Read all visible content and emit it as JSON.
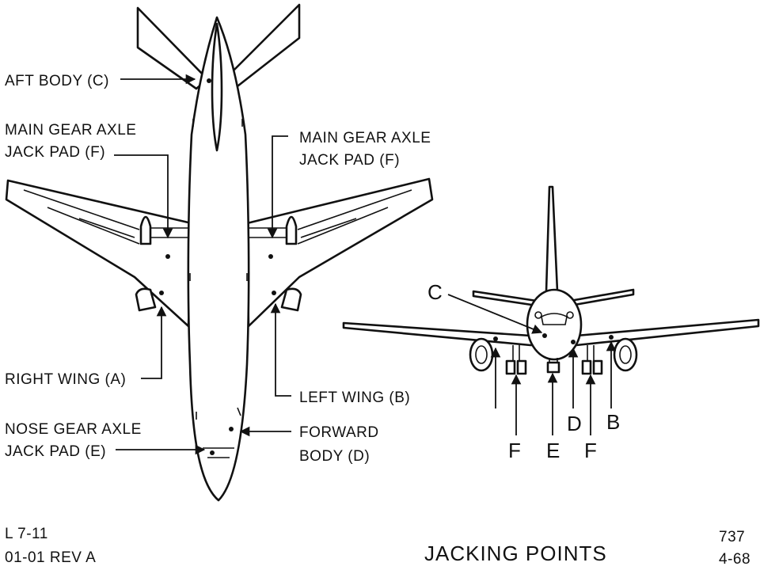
{
  "labels": {
    "aft_body": "AFT BODY (C)",
    "main_gear_right_l1": "MAIN GEAR AXLE",
    "main_gear_right_l2": "JACK PAD (F)",
    "main_gear_left_l1": "MAIN GEAR AXLE",
    "main_gear_left_l2": "JACK PAD (F)",
    "right_wing": "RIGHT WING (A)",
    "left_wing": "LEFT WING (B)",
    "nose_gear_l1": "NOSE GEAR AXLE",
    "nose_gear_l2": "JACK PAD (E)",
    "forward_body_l1": "FORWARD",
    "forward_body_l2": "BODY (D)"
  },
  "front_view_labels": {
    "c": "C",
    "d": "D",
    "b": "B",
    "f_left": "F",
    "e": "E",
    "f_right": "F"
  },
  "footer": {
    "left_line1": "L  7-11",
    "left_line2": "01-01  REV A",
    "title": "JACKING POINTS",
    "model": "737",
    "date": "4-68"
  }
}
